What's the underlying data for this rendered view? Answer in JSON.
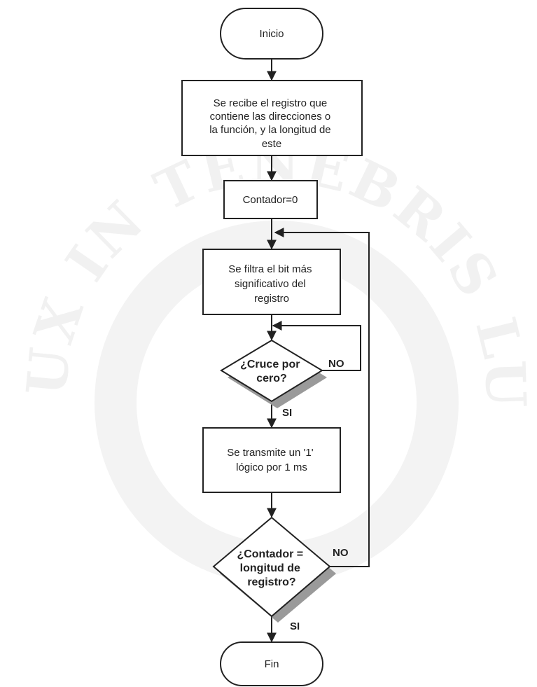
{
  "watermark": {
    "text": "ET LUX IN TENEBRIS LUCET"
  },
  "nodes": {
    "start": "Inicio",
    "receive": [
      "Se recibe el registro que",
      "contiene las direcciones o",
      "la función, y la longitud de",
      "este"
    ],
    "counter": "Contador=0",
    "filter": [
      "Se filtra el bit más",
      "significativo del",
      "registro"
    ],
    "zero_cross": [
      "¿Cruce por",
      "cero?"
    ],
    "transmit": [
      "Se transmite un '1'",
      "lógico por 1 ms"
    ],
    "counter_check": [
      "¿Contador =",
      "longitud de",
      "registro?"
    ],
    "end": "Fin"
  },
  "edge_labels": {
    "zero_cross_no": "NO",
    "zero_cross_yes": "SI",
    "counter_check_no": "NO",
    "counter_check_yes": "SI"
  }
}
